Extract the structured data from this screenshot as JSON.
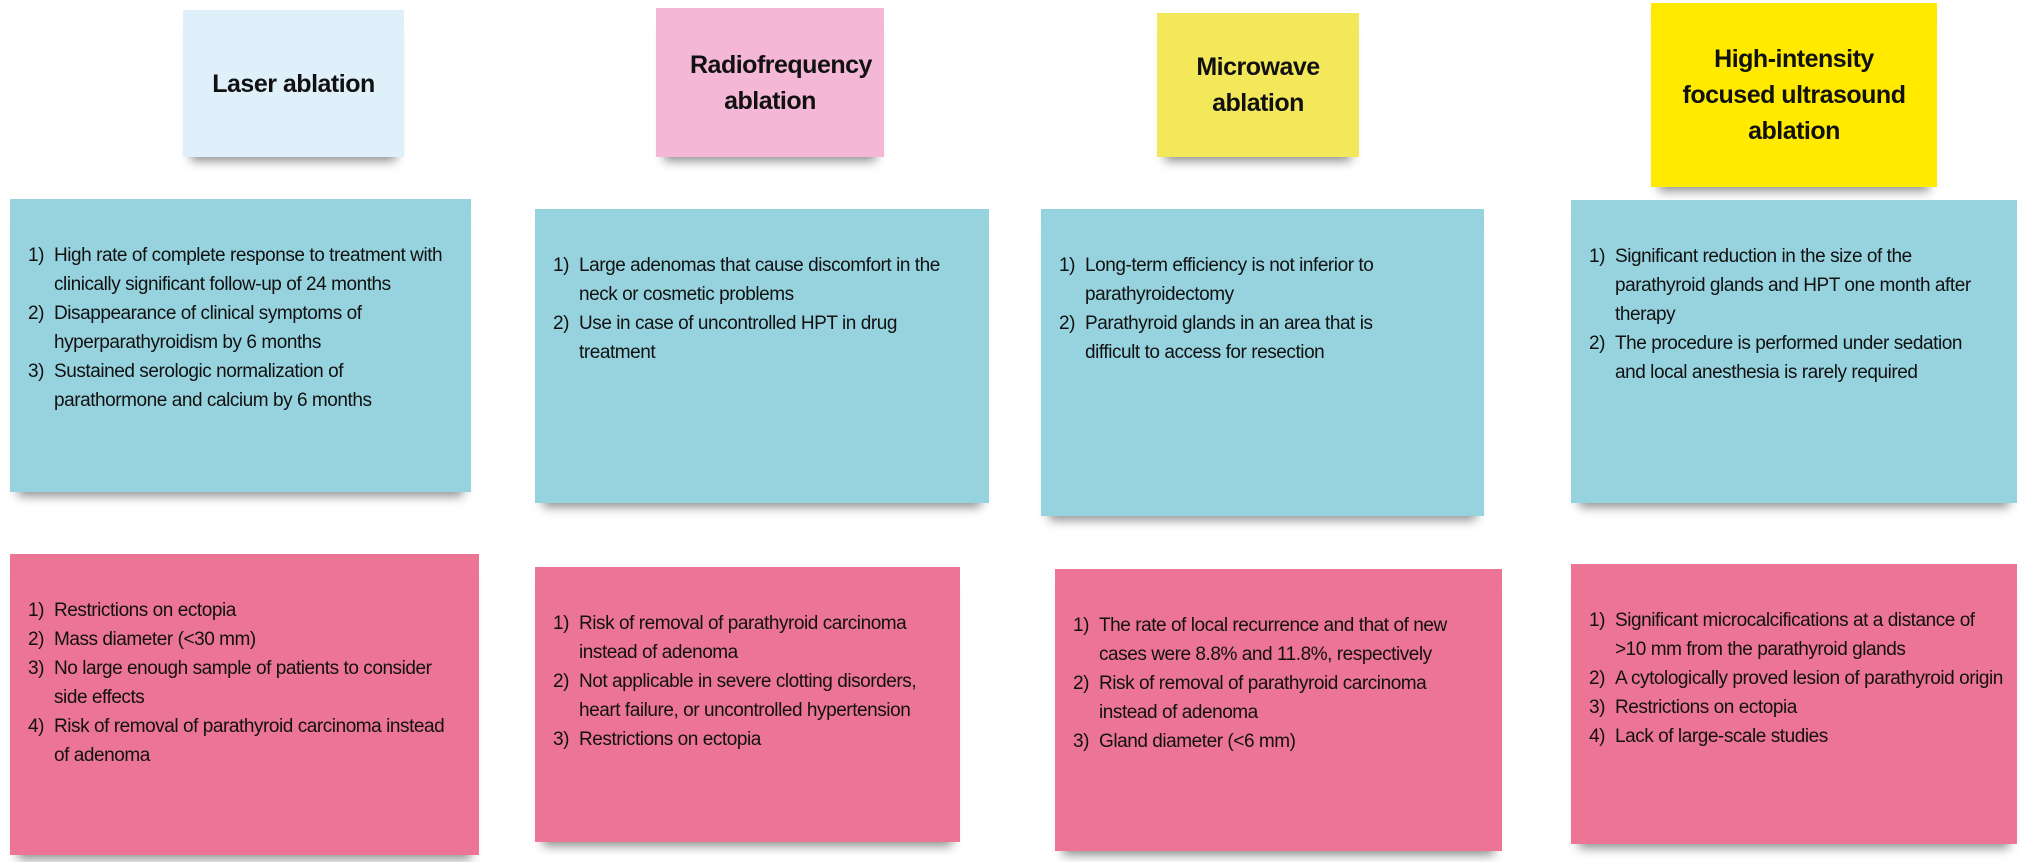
{
  "columns": [
    {
      "title": "Laser ablation",
      "title_color": "#dff0fb",
      "advantages": [
        "High rate of complete response to treatment with clinically significant follow-up of 24 months",
        "Disappearance of clinical symptoms of hyperparathyroidism by 6 months",
        "Sustained serologic normalization of parathormone and calcium by 6 months"
      ],
      "limitations": [
        "Restrictions on ectopia",
        "Mass diameter (<30 mm)",
        "No large enough sample of patients to consider side effects",
        "Risk of removal of parathyroid carcinoma instead of adenoma"
      ]
    },
    {
      "title": "Radiofrequency ablation",
      "title_color": "#f4b8d6",
      "advantages": [
        "Large adenomas that cause discomfort in the neck or cosmetic problems",
        "Use in case of uncontrolled HPT in drug treatment"
      ],
      "limitations": [
        "Risk of removal of parathyroid carcinoma instead of adenoma",
        "Not applicable in severe clotting disorders, heart failure, or uncontrolled hypertension",
        "Restrictions on ectopia"
      ]
    },
    {
      "title": "Microwave ablation",
      "title_color": "#f3e85a",
      "advantages": [
        "Long-term efficiency is not inferior to parathyroidectomy",
        "Parathyroid glands in an area that is difficult to access for resection"
      ],
      "limitations": [
        "The rate of local recurrence and that of new cases were 8.8% and 11.8%, respectively",
        "Risk of removal of parathyroid carcinoma instead of adenoma",
        "Gland diameter (<6 mm)"
      ]
    },
    {
      "title": "High-intensity focused ultrasound ablation",
      "title_color": "#ffea00",
      "advantages": [
        "Significant reduction in the size of the parathyroid glands and HPT one month after therapy",
        "The procedure is performed under sedation and local anesthesia is rarely required"
      ],
      "limitations": [
        "Significant microcalcifications at a distance of >10 mm from the parathyroid glands",
        "A cytologically proved lesion of parathyroid origin",
        "Restrictions on ectopia",
        "Lack of large-scale studies"
      ]
    }
  ]
}
